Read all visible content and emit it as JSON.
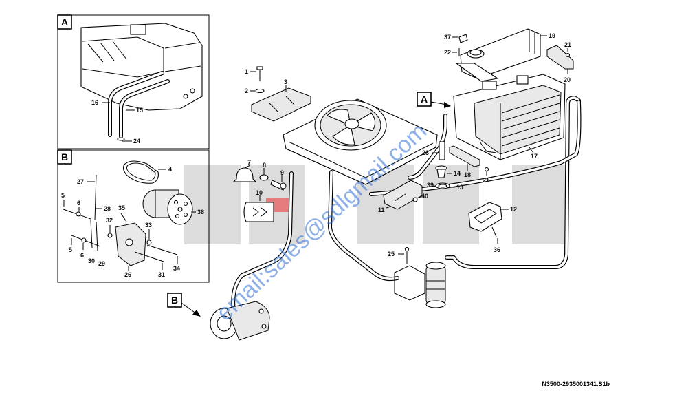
{
  "document_id": "N3500-2935001341.S1b",
  "watermark": "email:sales@sdlgmail.com",
  "detail_views": [
    {
      "id": "A",
      "label": "A"
    },
    {
      "id": "B",
      "label": "B"
    }
  ],
  "view_refs": [
    {
      "id": "A",
      "label": "A"
    },
    {
      "id": "B",
      "label": "B"
    }
  ],
  "callouts": {
    "c1": "1",
    "c2": "2",
    "c3": "3",
    "c4": "4",
    "c5a": "5",
    "c5b": "5",
    "c6a": "6",
    "c6b": "6",
    "c7": "7",
    "c8": "8",
    "c9": "9",
    "c10": "10",
    "c11": "11",
    "c12": "12",
    "c13": "13",
    "c14": "14",
    "c15": "15",
    "c16": "16",
    "c17": "17",
    "c18": "18",
    "c19": "19",
    "c20": "20",
    "c21a": "21",
    "c21b": "21",
    "c22": "22",
    "c23": "23",
    "c24": "24",
    "c25": "25",
    "c26": "26",
    "c27": "27",
    "c28": "28",
    "c29": "29",
    "c30": "30",
    "c31": "31",
    "c32": "32",
    "c33": "33",
    "c34": "34",
    "c35": "35",
    "c36": "36",
    "c37": "37",
    "c38": "38",
    "c39": "39",
    "c40": "40"
  },
  "colors": {
    "line": "#000000",
    "logo_gray": "#d9d9d9",
    "logo_red": "#e14b4b",
    "watermark_blue": "#2f6fd6"
  }
}
